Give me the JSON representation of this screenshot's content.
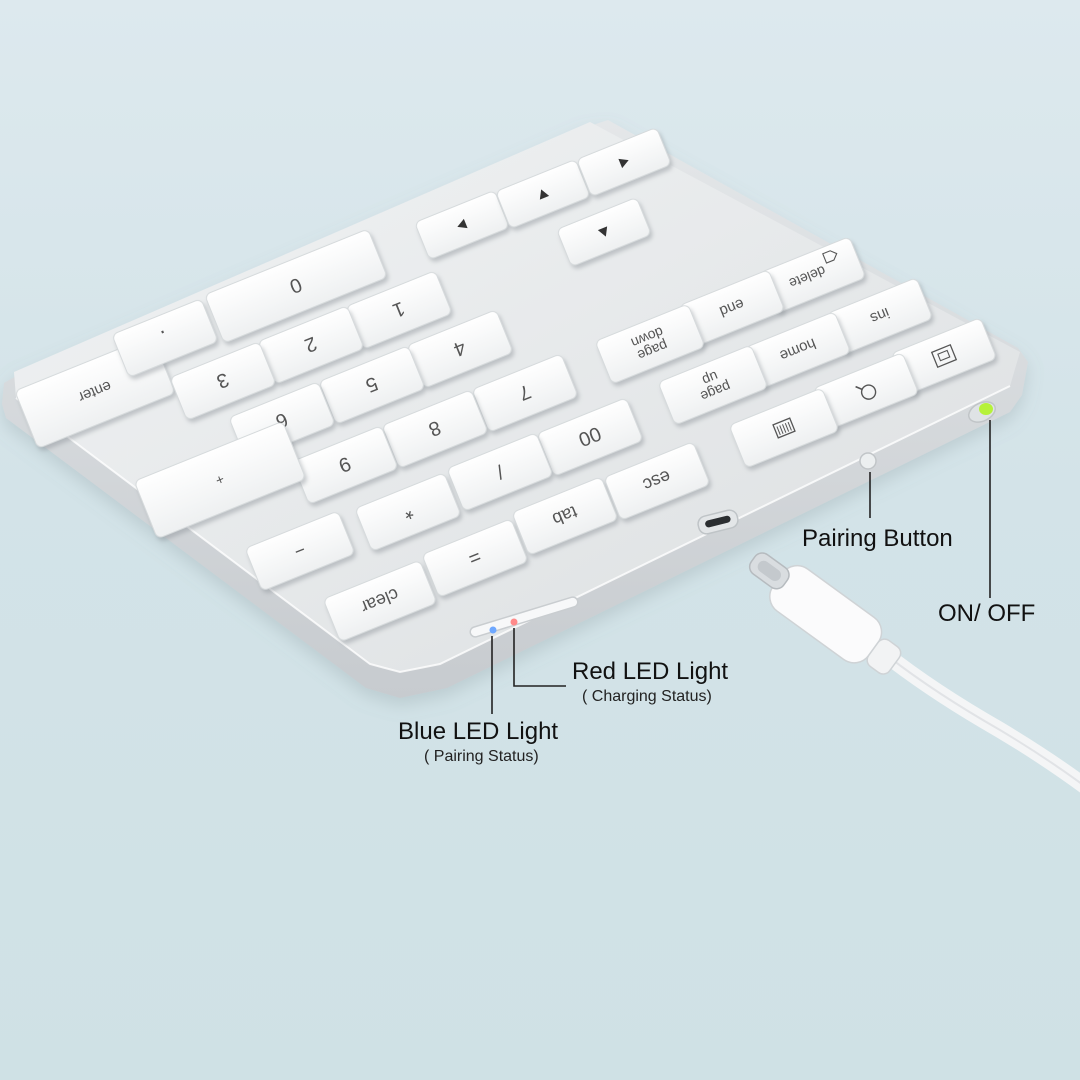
{
  "keys": {
    "enter": "enter",
    "dot": ".",
    "zero": "0",
    "one": "1",
    "two": "2",
    "three": "3",
    "four": "4",
    "five": "5",
    "six": "6",
    "seven": "7",
    "eight": "8",
    "nine": "9",
    "double_zero": "00",
    "plus": "+",
    "slash": "/",
    "asterisk": "*",
    "minus": "−",
    "equals": "=",
    "tab": "tab",
    "esc": "esc",
    "clear": "clear",
    "delete": "delete",
    "end": "end",
    "ins": "ins",
    "page_down": [
      "page",
      "down"
    ],
    "home": "home",
    "page_up": [
      "page",
      "up"
    ]
  },
  "callouts": {
    "pairing_button": "Pairing Button",
    "on_off": "ON/ OFF",
    "red_led": "Red LED Light",
    "red_led_note": "( Charging Status)",
    "blue_led": "Blue LED Light",
    "blue_led_note": "( Pairing Status)"
  },
  "colors": {
    "background": "#d6e6ea",
    "body": "#e9ecee",
    "key": "#ffffff",
    "key_text": "#555555",
    "switch_led": "#b6f23a",
    "red_led": "#ff8a8a",
    "blue_led": "#6fa8ff"
  },
  "icons": [
    "arrow-left-icon",
    "arrow-up-icon",
    "arrow-down-icon",
    "arrow-right-icon",
    "delete-icon",
    "calculator-icon",
    "search-icon",
    "screenshot-icon"
  ]
}
